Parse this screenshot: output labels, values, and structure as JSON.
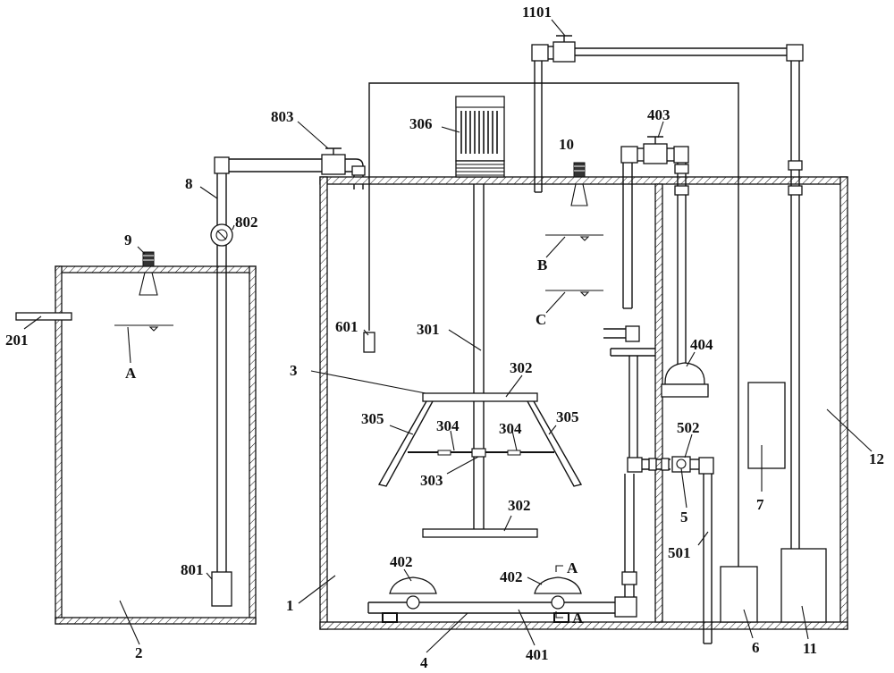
{
  "labels": {
    "l1101": "1101",
    "l803": "803",
    "l306": "306",
    "l403": "403",
    "l10": "10",
    "l8": "8",
    "l802": "802",
    "l9": "9",
    "l201": "201",
    "lA": "A",
    "lB": "B",
    "lC": "C",
    "l601": "601",
    "l301": "301",
    "l302a": "302",
    "l3": "3",
    "l404": "404",
    "l305a": "305",
    "l304a": "304",
    "l304b": "304",
    "l305b": "305",
    "l502": "502",
    "l12": "12",
    "l303": "303",
    "l7": "7",
    "l5": "5",
    "l302b": "302",
    "l501": "501",
    "l402a": "402",
    "l402b": "402",
    "lA2": "A",
    "lA3": "A",
    "l801": "801",
    "l1": "1",
    "l2": "2",
    "l4": "4",
    "l401": "401",
    "l6": "6",
    "l11": "11"
  }
}
